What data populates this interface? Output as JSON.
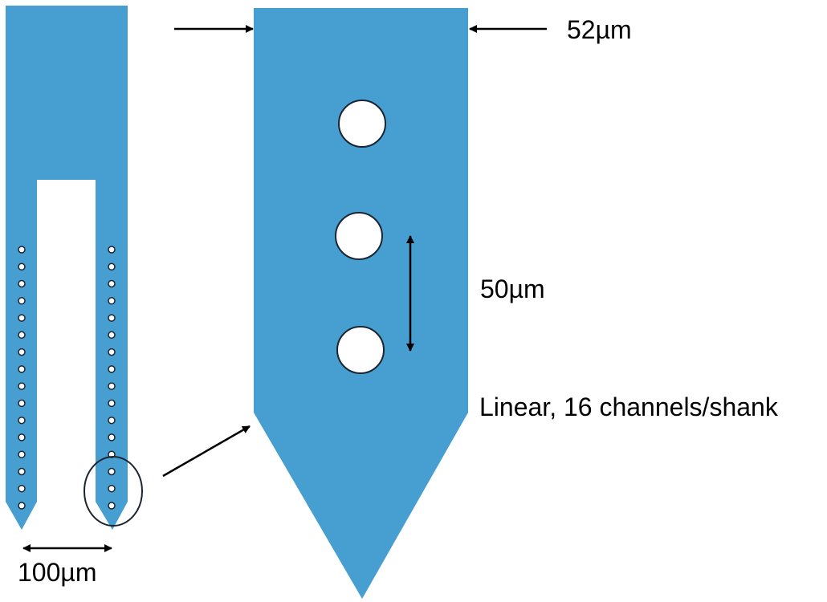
{
  "labels": {
    "shank_width": "52µm",
    "site_spacing": "50µm",
    "layout_description": "Linear, 16 channels/shank",
    "shank_spacing": "100µm"
  },
  "probe": {
    "shank_count": 2,
    "channels_per_shank": 16
  },
  "colors": {
    "probe_fill": "#469ED1",
    "site_fill": "#FFFFFF",
    "site_stroke": "#1A2530",
    "arrow": "#000000",
    "highlight_circle": "#1A2530"
  }
}
